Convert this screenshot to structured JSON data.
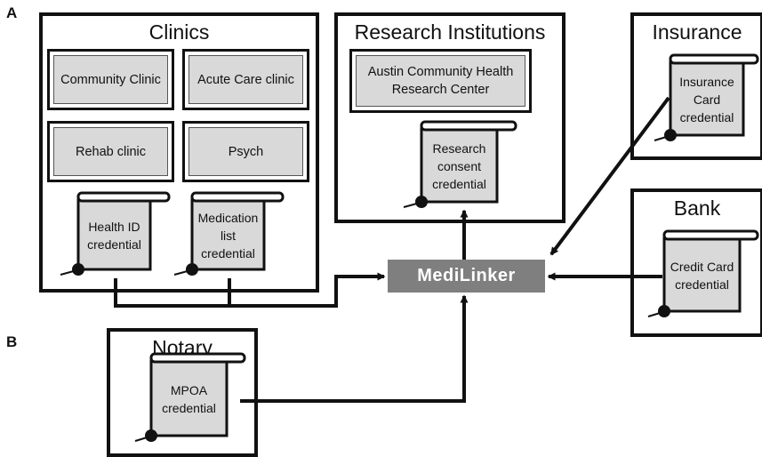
{
  "panel_labels": {
    "a": "A",
    "b": "B"
  },
  "hub": {
    "label": "MediLinker"
  },
  "groups": {
    "clinics": {
      "title": "Clinics",
      "institutions": [
        "Community Clinic",
        "Acute Care clinic",
        "Rehab clinic",
        "Psych"
      ],
      "credentials": [
        "Health ID credential",
        "Medication list credential"
      ]
    },
    "research": {
      "title": "Research Institutions",
      "institution": "Austin Community Health Research Center",
      "credential": "Research consent credential"
    },
    "insurance": {
      "title": "Insurance",
      "credential": "Insurance Card credential"
    },
    "bank": {
      "title": "Bank",
      "credential": "Credit Card credential"
    },
    "notary": {
      "title": "Notary",
      "credential": "MPOA credential"
    }
  },
  "colors": {
    "line": "#111111",
    "box_fill": "#d9d9d9",
    "hub_fill": "#7f7f7f",
    "hub_text": "#ffffff"
  }
}
